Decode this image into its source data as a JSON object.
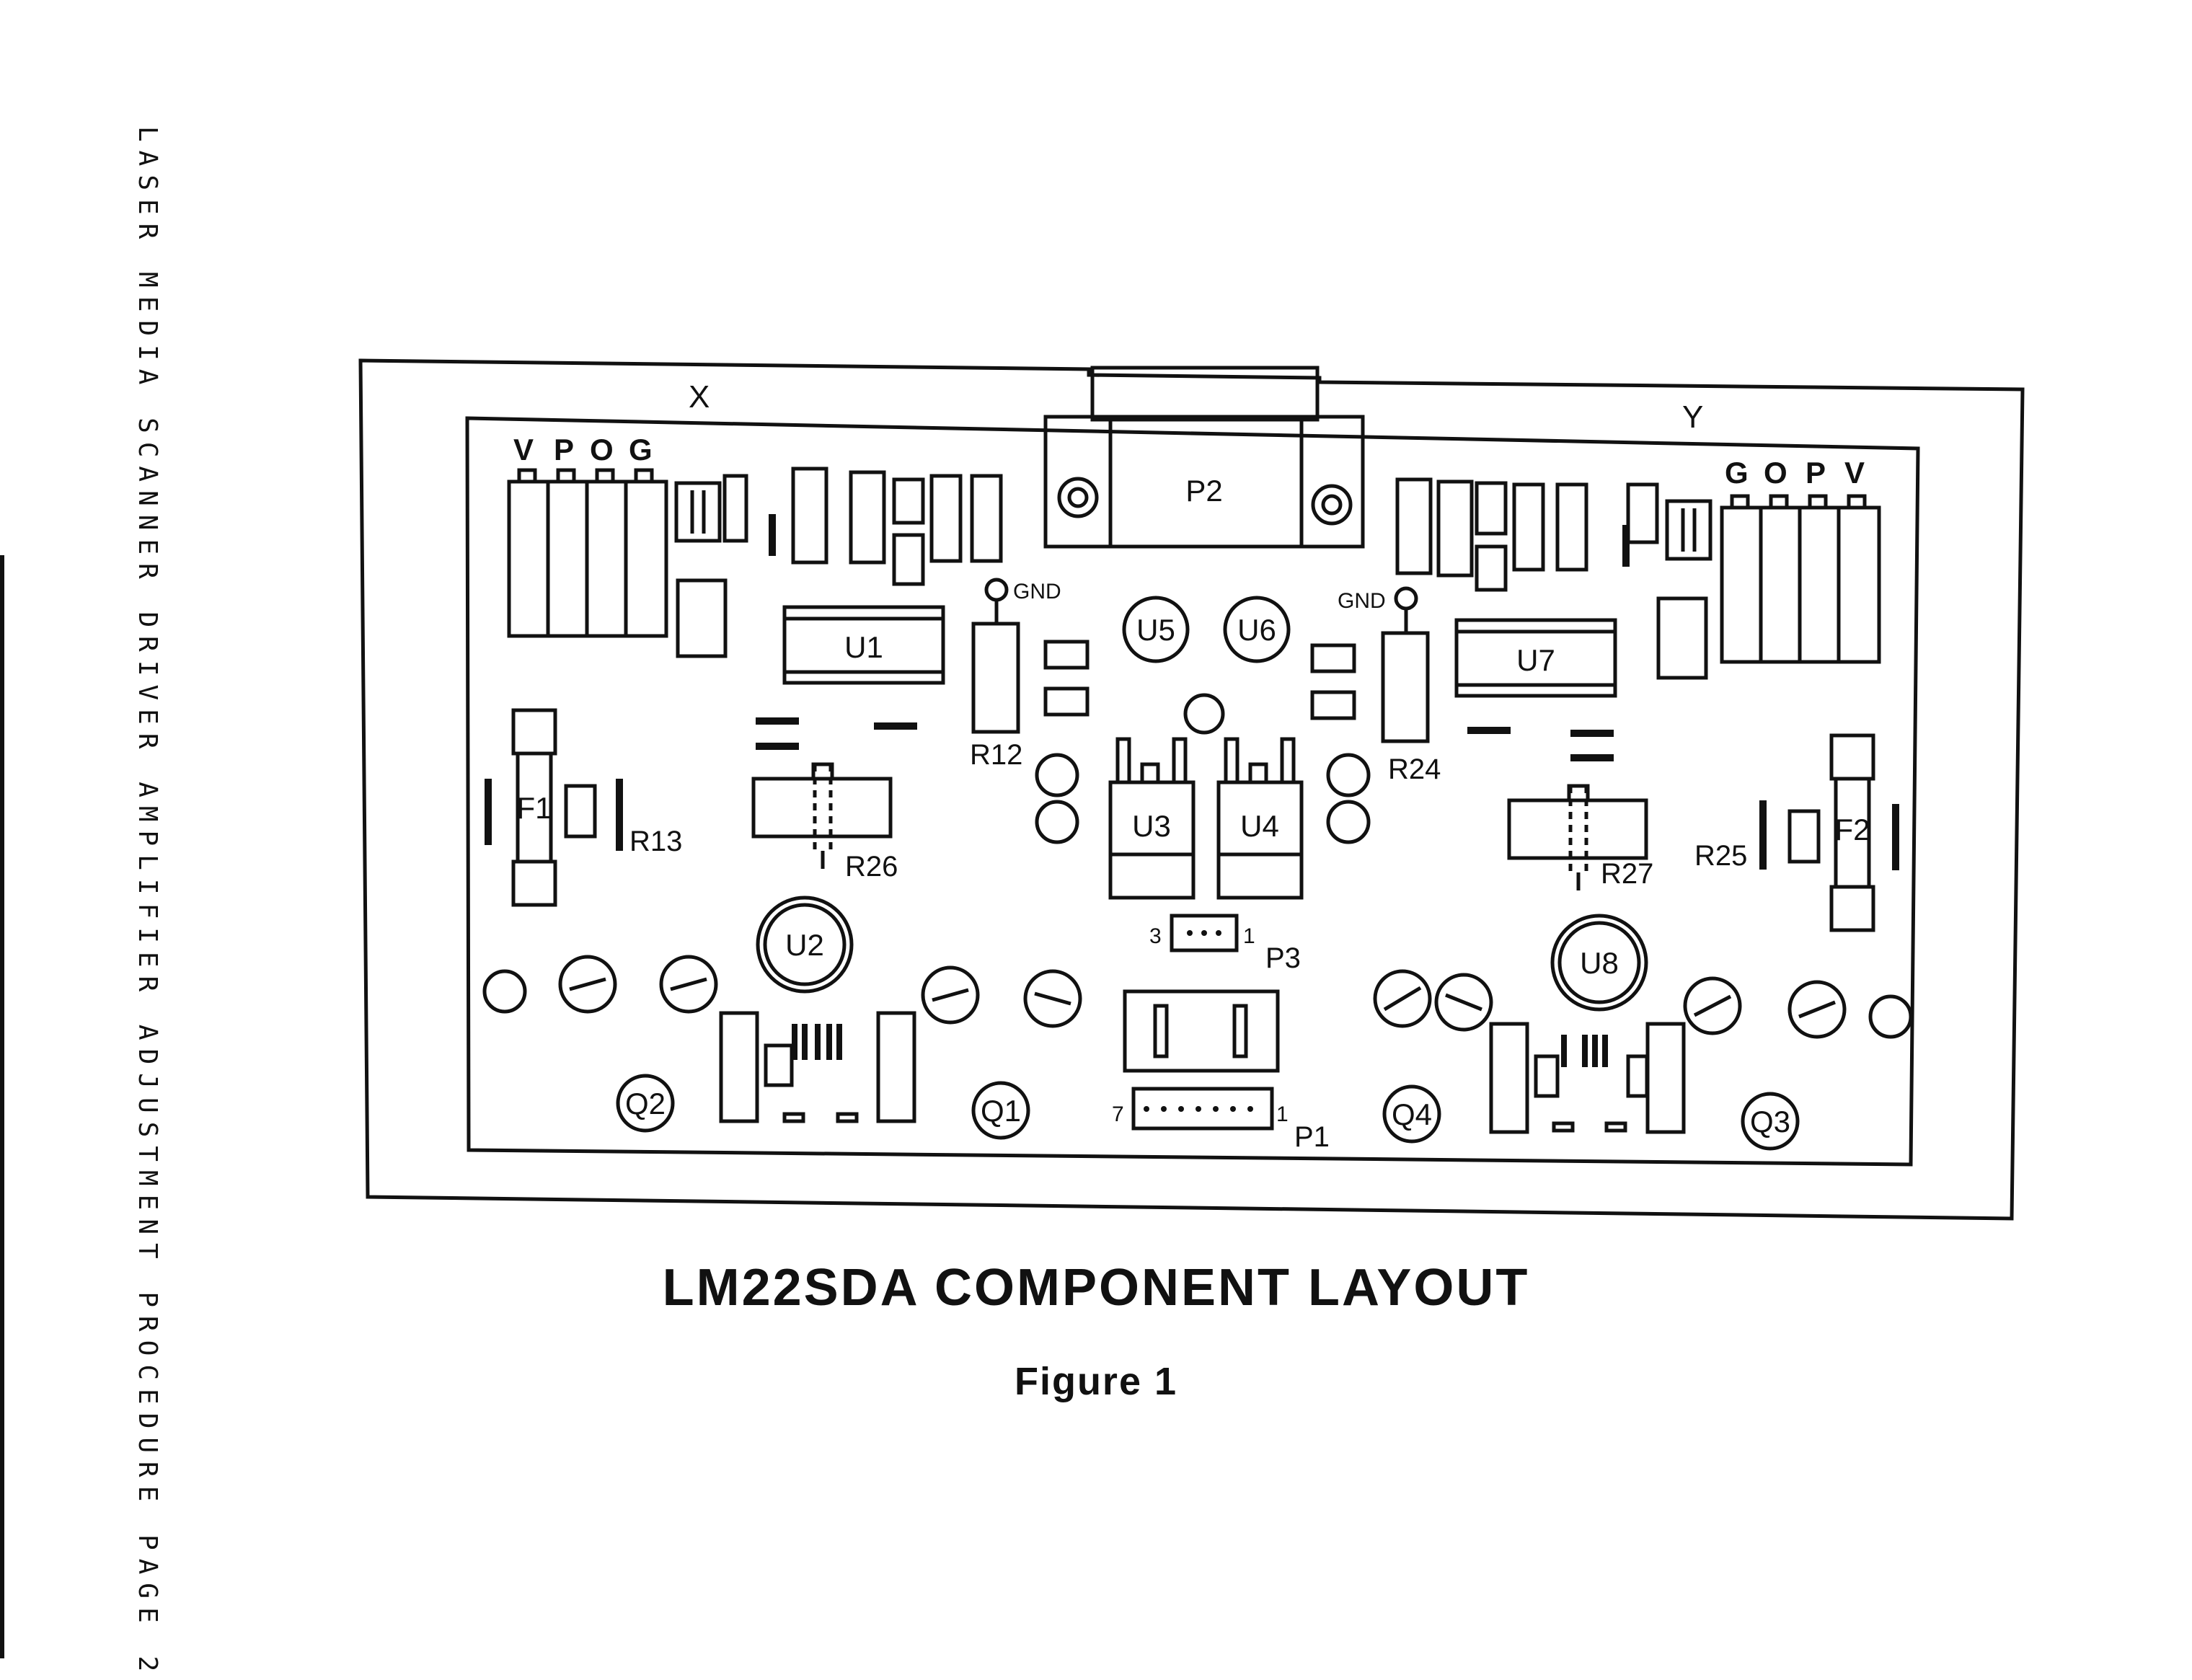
{
  "page": {
    "side_header": "LASER MEDIA SCANNER DRIVER AMPLIFIER ADJUSTMENT PROCEDURE   PAGE 2"
  },
  "caption": {
    "title": "LM22SDA COMPONENT LAYOUT",
    "figure": "Figure 1"
  },
  "board": {
    "axis_x": "X",
    "axis_y": "Y",
    "terminals_left": [
      "V",
      "P",
      "O",
      "G"
    ],
    "terminals_right": [
      "G",
      "O",
      "P",
      "V"
    ],
    "components": {
      "P2": "P2",
      "U1": "U1",
      "U2": "U2",
      "U3": "U3",
      "U4": "U4",
      "U5": "U5",
      "U6": "U6",
      "U7": "U7",
      "U8": "U8",
      "R12": "R12",
      "R13": "R13",
      "R24": "R24",
      "R25": "R25",
      "R26": "R26",
      "R27": "R27",
      "F1": "F1",
      "F2": "F2",
      "Q1": "Q1",
      "Q2": "Q2",
      "Q3": "Q3",
      "Q4": "Q4",
      "P1": "P1",
      "P3": "P3",
      "GND_left": "GND",
      "GND_right": "GND",
      "p3_pin3": "3",
      "p3_pin1": "1",
      "p1_pin7": "7",
      "p1_pin1": "1"
    }
  }
}
